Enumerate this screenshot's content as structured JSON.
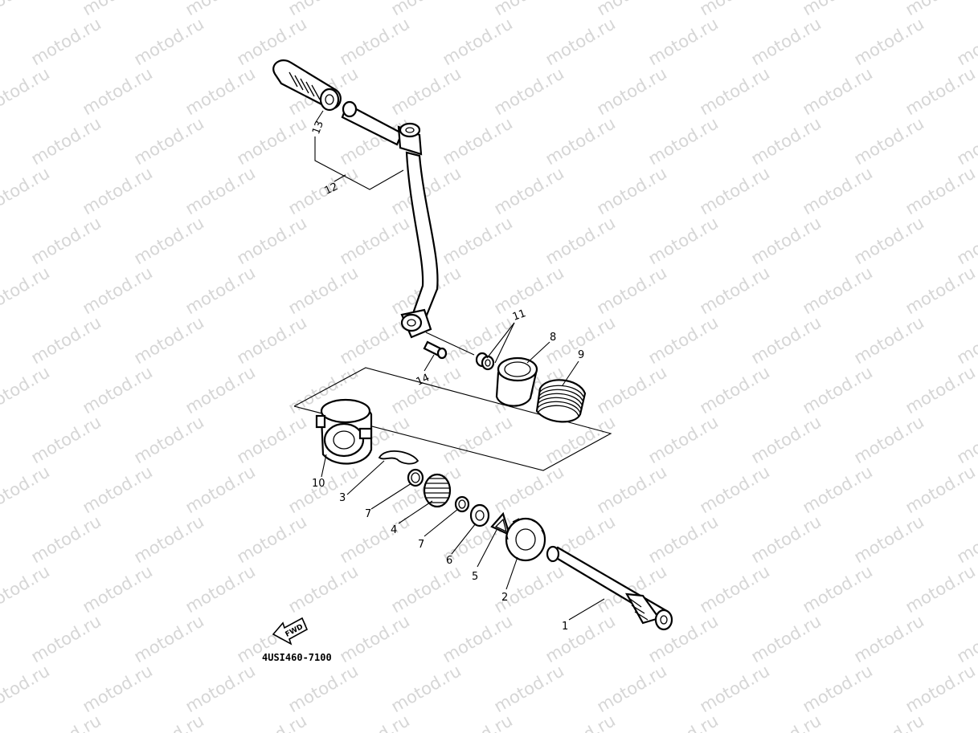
{
  "watermark": {
    "text": "motod.ru",
    "color": "#d6d6d6"
  },
  "diagram_code": "4USI460-7100",
  "fwd_label": "FWD",
  "callouts": [
    "1",
    "2",
    "3",
    "4",
    "5",
    "6",
    "7",
    "7",
    "8",
    "9",
    "10",
    "11",
    "12",
    "13",
    "14"
  ]
}
